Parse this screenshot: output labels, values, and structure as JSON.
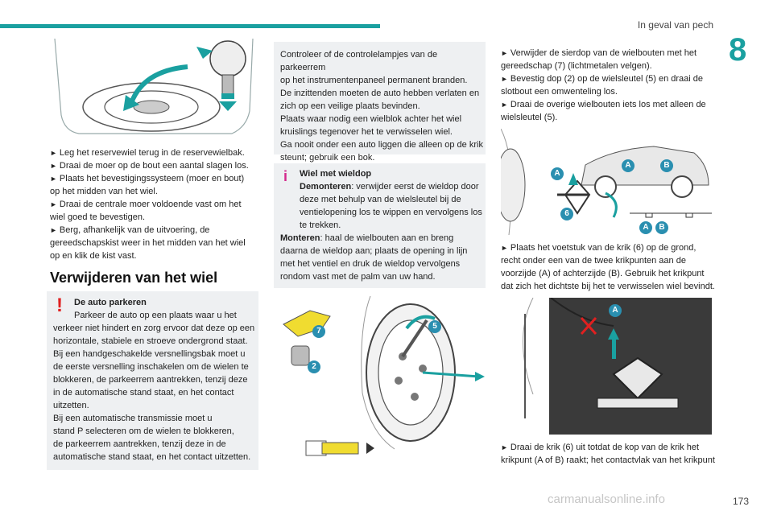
{
  "header": {
    "section_title": "In geval van pech",
    "chapter_number": "8",
    "page_number": "173"
  },
  "left": {
    "steps": [
      "Leg het reservewiel terug in de reservewielbak.",
      "Draai de moer op de bout een aantal slagen los.",
      "Plaats het bevestigingssysteem (moer en bout) op het midden van het wiel.",
      "Draai de centrale moer voldoende vast om het wiel goed te bevestigen.",
      "Berg, afhankelijk van de uitvoering, de gereedschapskist weer in het midden van het wiel op en klik de kist vast."
    ],
    "heading": "Verwijderen van het wiel",
    "warning": {
      "title": "De auto parkeren",
      "lines": [
        "Parkeer de auto op een plaats waar u het",
        "verkeer niet hindert en zorg ervoor dat deze op een",
        "horizontale, stabiele en stroeve ondergrond staat.",
        "Bij een handgeschakelde versnellingsbak moet u",
        "de eerste versnelling inschakelen om de wielen te",
        "blokkeren, de parkeerrem aantrekken, tenzij deze",
        "in de automatische stand staat, en het contact",
        "uitzetten.",
        "Bij een automatische transmissie moet u",
        "stand P selecteren om de wielen te blokkeren,",
        "de parkeerrem aantrekken, tenzij deze in de",
        "automatische stand staat, en het contact uitzetten."
      ]
    }
  },
  "middle": {
    "control_box": [
      "Controleer of de controlelampjes van de parkeerrem",
      "op het instrumentenpaneel permanent branden.",
      "De inzittenden moeten de auto hebben verlaten en",
      "zich op een veilige plaats bevinden.",
      "Plaats waar nodig een wielblok achter het wiel",
      "kruislings tegenover het te verwisselen wiel.",
      "Ga nooit onder een auto liggen die alleen op de krik",
      "steunt; gebruik een bok."
    ],
    "info": {
      "title": "Wiel met wieldop",
      "label1": "Demonteren",
      "text1": ": verwijder eerst de wieldop door deze met behulp van de wielsleutel bij de ventielopening los te wippen en vervolgens los te trekken.",
      "label2": "Monteren",
      "text2": ": haal de wielbouten aan en breng daarna de wieldop aan; plaats de opening in lijn met het ventiel en druk de wieldop vervolgens rondom vast met de palm van uw hand."
    },
    "fig_labels": [
      "7",
      "2",
      "5"
    ]
  },
  "right": {
    "steps_top": [
      "Verwijder de sierdop van de wielbouten met het gereedschap (7) (lichtmetalen velgen).",
      "Bevestig dop (2) op de wielsleutel (5) en draai de slotbout een omwenteling los.",
      "Draai de overige wielbouten iets los met alleen de wielsleutel (5)."
    ],
    "fig_labels": [
      "A",
      "B",
      "A",
      "6",
      "A",
      "B"
    ],
    "step_mid": "Plaats het voetstuk van de krik (6) op de grond, recht onder een van de twee krikpunten aan de voorzijde (A) of achterzijde (B). Gebruik het krikpunt dat zich het dichtste bij het te verwisselen wiel bevindt.",
    "fig2_label": "A",
    "step_bottom": "Draai de krik (6) uit totdat de kop van de krik het krikpunt (A of B) raakt; het contactvlak van het krikpunt"
  },
  "watermark": "carmanualsonline.info",
  "colors": {
    "accent": "#1aa0a0",
    "warning": "#e02020",
    "info": "#d4288c",
    "badge": "#2a8fb0"
  }
}
